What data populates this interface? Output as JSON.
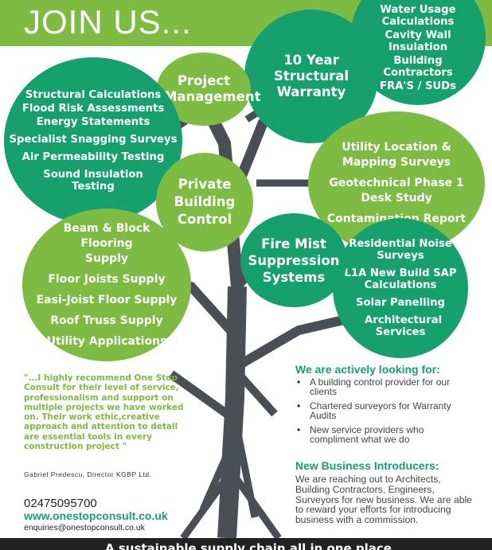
{
  "banner": {
    "title": "JOIN US..."
  },
  "circles": {
    "top_right": [
      "Water Usage Calculations",
      "Cavity Wall Insulation",
      "Building Contractors",
      "FRA'S / SUDs"
    ],
    "project_management": "Project Management",
    "warranty": "10 Year Structural Warranty",
    "left_services": [
      "Structural Calculations",
      "Flood Risk Assessments",
      "Energy Statements",
      "Specialist Snagging Surveys",
      "Air Permeability Testing",
      "Sound Insulation Testing"
    ],
    "private_building_control": "Private Building Control",
    "right_services": [
      "Utility Location & Mapping Surveys",
      "Geotechnical Phase 1 Desk Study",
      "Contamination Report"
    ],
    "supply": [
      "Beam & Block Flooring Supply",
      "Floor Joists Supply",
      "Easi-Joist Floor Supply",
      "Roof Truss Supply",
      "Utility Applications"
    ],
    "fire_mist": "Fire Mist Suppression Systems",
    "lower_right": [
      "Residential Noise Surveys",
      "L1A New Build SAP Calculations",
      "Solar Panelling",
      "Architectural Services"
    ]
  },
  "testimonial": {
    "quote": "\"...I highly recommend One Stop Consult for their level of service, professionalism and support on multiple projects we have worked on. Their work ethic,creative approach and attention to detail are essential tools in every construction project \"",
    "author": "Gabriel Predescu, Director KGBP Ltd."
  },
  "contact": {
    "phone": "02475095700",
    "website": "www.onestopconsult.co.uk",
    "email": "enquiries@onestopconsult.co.uk"
  },
  "looking_for": {
    "heading": "We are actively looking for:",
    "items": [
      "A building control provider for our clients",
      "Chartered surveyors for Warranty Audits",
      "New service providers who compliment what we do"
    ]
  },
  "introducers": {
    "heading": "New Business Introducers:",
    "text": "We are reaching out to Architects, Building Contractors, Engineers, Surveyors for new business. We are able to reward your efforts for introducing business with a commission."
  },
  "footer": {
    "text": "A sustainable supply chain all in one place"
  },
  "colors": {
    "green_light": "#7dbb42",
    "green_dark": "#16a06e",
    "trunk": "#4a4f55"
  }
}
